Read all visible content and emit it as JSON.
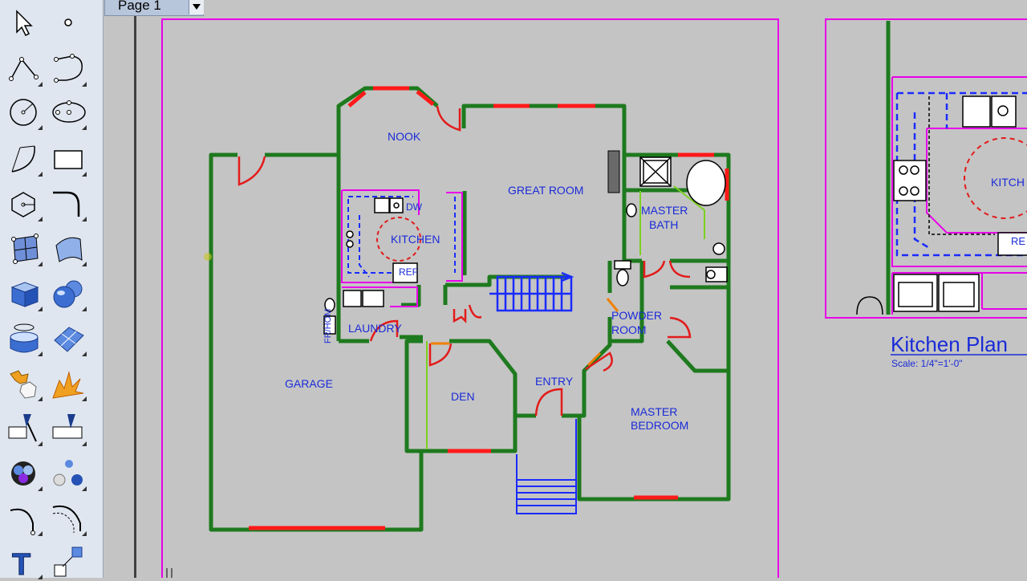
{
  "page_tab": {
    "label": "Page 1"
  },
  "tools": [
    {
      "name": "select-arrow-icon"
    },
    {
      "name": "point-icon"
    },
    {
      "name": "polyline-icon"
    },
    {
      "name": "curve-icon"
    },
    {
      "name": "circle-icon"
    },
    {
      "name": "ellipse-icon"
    },
    {
      "name": "arc-icon"
    },
    {
      "name": "rectangle-icon"
    },
    {
      "name": "polygon-icon"
    },
    {
      "name": "fillet-curve-icon"
    },
    {
      "name": "surface-from-points-icon"
    },
    {
      "name": "surface-icon"
    },
    {
      "name": "box-solid-icon"
    },
    {
      "name": "sphere-solid-icon"
    },
    {
      "name": "cylinder-solid-icon"
    },
    {
      "name": "mesh-icon"
    },
    {
      "name": "transform-icon"
    },
    {
      "name": "explode-icon"
    },
    {
      "name": "dimension-icon"
    },
    {
      "name": "dimension-edit-icon"
    },
    {
      "name": "render-materials-icon"
    },
    {
      "name": "render-lights-icon"
    },
    {
      "name": "blend-curve-icon"
    },
    {
      "name": "offset-curve-icon"
    },
    {
      "name": "text-icon"
    },
    {
      "name": "scale-icon"
    }
  ],
  "floor_plan": {
    "rooms": {
      "nook": "NOOK",
      "great_room": "GREAT ROOM",
      "kitchen": "KITCHEN",
      "master_bath_1": "MASTER",
      "master_bath_2": "BATH",
      "laundry": "LAUNDRY",
      "garage": "GARAGE",
      "den": "DEN",
      "entry": "ENTRY",
      "powder_room_1": "POWDER",
      "powder_room_2": "ROOM",
      "master_bedroom_1": "MASTER",
      "master_bedroom_2": "BEDROOM",
      "dw_label": "DW",
      "ref_label": "REF",
      "fr_label": "FR/HOM"
    }
  },
  "kitchen_detail": {
    "title": "Kitchen Plan",
    "scale": "Scale: 1/4\"=1'-0\"",
    "kitchen_label": "KITCH",
    "ref_label": "RE"
  },
  "colors": {
    "wall": "#1e7a1e",
    "window": "#ff1a1a",
    "door": "#e31b1b",
    "cabinet": "#1a2bff",
    "page_border": "#e800e8",
    "label": "#1a2bd8"
  }
}
